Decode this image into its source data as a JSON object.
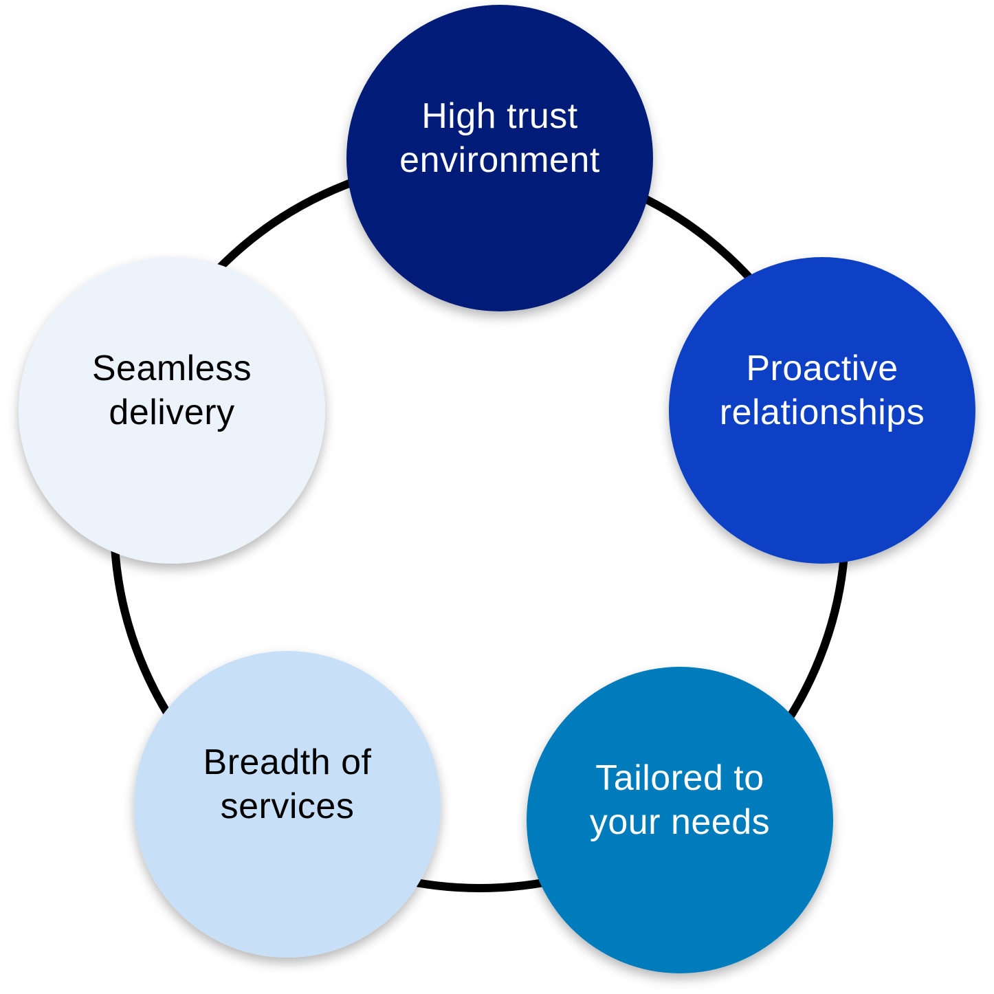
{
  "diagram": {
    "type": "cycle",
    "ring_color": "#000000",
    "nodes": [
      {
        "lines": [
          "High trust",
          "environment"
        ],
        "fill": "#021f78",
        "text_color": "#ffffff"
      },
      {
        "lines": [
          "Proactive",
          "relationships"
        ],
        "fill": "#0d41c4",
        "text_color": "#ffffff"
      },
      {
        "lines": [
          "Tailored to",
          "your needs"
        ],
        "fill": "#037bbd",
        "text_color": "#ffffff"
      },
      {
        "lines": [
          "Breadth of",
          "services"
        ],
        "fill": "#c8e0f7",
        "text_color": "#000000"
      },
      {
        "lines": [
          "Seamless",
          "delivery"
        ],
        "fill": "#edf3fa",
        "text_color": "#000000"
      }
    ]
  }
}
